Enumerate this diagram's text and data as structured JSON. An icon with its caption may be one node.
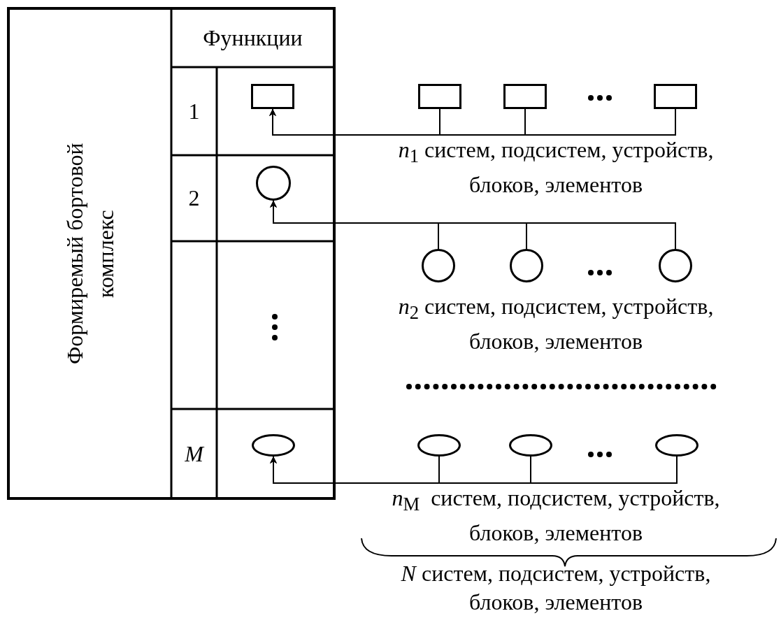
{
  "diagram": {
    "nodes": [
      {
        "text": [
          "Формиремый бортовой комплекс"
        ]
      },
      {
        "text": [
          "Фуннкции"
        ]
      },
      {
        "text": [
          "1"
        ]
      },
      {
        "text": [],
        "shape": "box"
      },
      {
        "text": [
          "2"
        ]
      },
      {
        "text": [],
        "shape": "circle"
      },
      {
        "text": [
          "M"
        ]
      },
      {
        "text": [],
        "shape": "ellipse"
      },
      {
        "text": [],
        "shape": "box"
      },
      {
        "text": [],
        "shape": "box"
      },
      {
        "text": [],
        "shape": "box"
      },
      {
        "text": [],
        "shape": "circle"
      },
      {
        "text": [],
        "shape": "circle"
      },
      {
        "text": [],
        "shape": "circle"
      },
      {
        "text": [],
        "shape": "ellipse"
      },
      {
        "text": [],
        "shape": "ellipse"
      },
      {
        "text": [],
        "shape": "ellipse"
      }
    ],
    "edges": [
      {
        "from": 8,
        "to": 3,
        "arrow": "to"
      },
      {
        "from": 9,
        "to": 3,
        "arrow": "to"
      },
      {
        "from": 10,
        "to": 3,
        "arrow": "to"
      },
      {
        "from": 11,
        "to": 5,
        "arrow": "to"
      },
      {
        "from": 12,
        "to": 5,
        "arrow": "to"
      },
      {
        "from": 13,
        "to": 5,
        "arrow": "to"
      },
      {
        "from": 14,
        "to": 7,
        "arrow": "to"
      },
      {
        "from": 15,
        "to": 7,
        "arrow": "to"
      },
      {
        "from": 16,
        "to": 7,
        "arrow": "to"
      }
    ],
    "labels": [
      "*n*$_{1}$ систем, подсистем, устройств, блоков, элементов",
      "*n*$_{2}$ систем, подсистем, устройств, блоков, элементов",
      "*n*$_{M}$  систем, подсистем, устройств, блоков, элементов",
      "*N* систем, подсистем, устройств, блоков, элементов"
    ]
  }
}
